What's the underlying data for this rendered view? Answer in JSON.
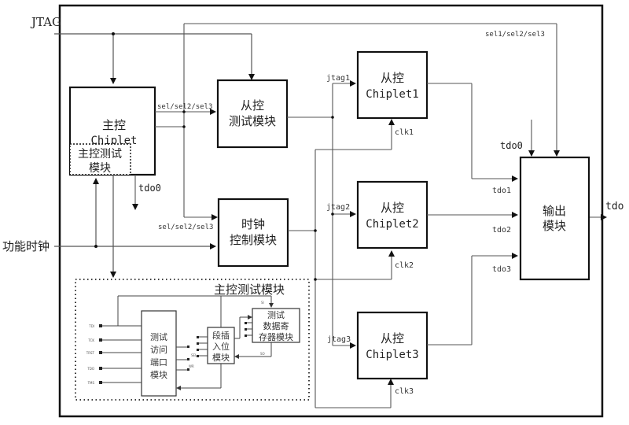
{
  "inputs": {
    "jtag": "JTAG",
    "functional_clock": "功能时钟",
    "output": "tdo"
  },
  "blocks": {
    "master_chiplet": {
      "line1": "主控",
      "line2": "Chiplet"
    },
    "master_test_sub": {
      "line1": "主控测试",
      "line2": "模块"
    },
    "slave_test": {
      "line1": "从控",
      "line2": "测试模块"
    },
    "clock_ctrl": {
      "line1": "时钟",
      "line2": "控制模块"
    },
    "slave1": {
      "line1": "从控",
      "line2": "Chiplet1"
    },
    "slave2": {
      "line1": "从控",
      "line2": "Chiplet2"
    },
    "slave3": {
      "line1": "从控",
      "line2": "Chiplet3"
    },
    "output_module": {
      "line1": "输出",
      "line2": "模块"
    }
  },
  "detail": {
    "title": "主控测试模块",
    "tap": {
      "lines": [
        "测试",
        "访问",
        "端口",
        "模块"
      ]
    },
    "segment": {
      "lines": [
        "段插",
        "入位",
        "模块"
      ]
    },
    "tdr": {
      "lines": [
        "测试",
        "数据寄",
        "存器模块"
      ]
    },
    "pins": [
      "TDI",
      "TCK",
      "TRST",
      "TDO",
      "TMS"
    ],
    "small_labels": [
      "SI",
      "SO",
      "SEL",
      "WR"
    ]
  },
  "signals": {
    "sel_top": "sel1/sel2/sel3",
    "sel_mid": "sel/sel2/sel3",
    "sel_clk": "sel/sel2/sel3",
    "tdo0_master": "tdo0",
    "tdo0_out": "tdo0",
    "tdo1": "tdo1",
    "tdo2": "tdo2",
    "tdo3": "tdo3",
    "jtag1": "jtag1",
    "jtag2": "jtag2",
    "jtag3": "jtag3",
    "clk1": "clk1",
    "clk2": "clk2",
    "clk3": "clk3"
  }
}
